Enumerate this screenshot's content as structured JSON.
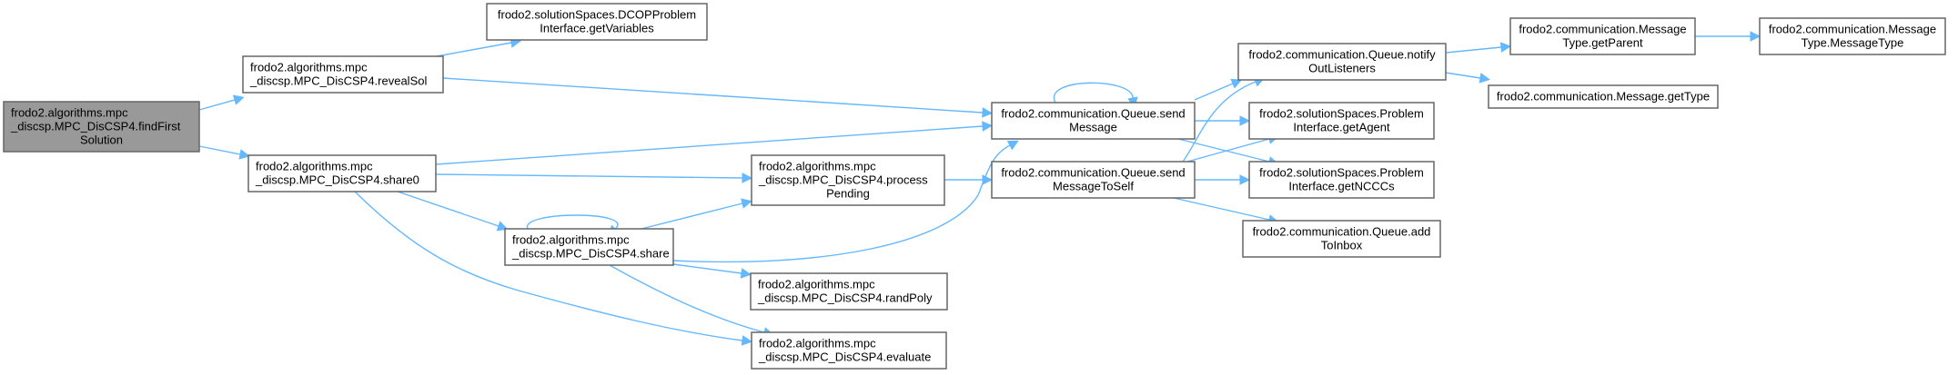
{
  "diagram": {
    "type": "call-graph",
    "edge_color": "#63b8ff",
    "root_fill": "#999999",
    "node_fill": "#ffffff",
    "node_border": "#666666",
    "nodes": [
      {
        "id": "findFirstSolution",
        "lines": [
          "frodo2.algorithms.mpc",
          "_discsp.MPC_DisCSP4.findFirst",
          "Solution"
        ],
        "align": [
          "left",
          "left",
          "center"
        ],
        "root": true
      },
      {
        "id": "revealSol",
        "lines": [
          "frodo2.algorithms.mpc",
          "_discsp.MPC_DisCSP4.revealSol"
        ],
        "align": [
          "left",
          "left"
        ]
      },
      {
        "id": "share0",
        "lines": [
          "frodo2.algorithms.mpc",
          "_discsp.MPC_DisCSP4.share0"
        ],
        "align": [
          "left",
          "left"
        ]
      },
      {
        "id": "getVariables",
        "lines": [
          "frodo2.solutionSpaces.DCOPProblem",
          "Interface.getVariables"
        ],
        "align": [
          "center",
          "center"
        ]
      },
      {
        "id": "share",
        "lines": [
          "frodo2.algorithms.mpc",
          "_discsp.MPC_DisCSP4.share"
        ],
        "align": [
          "left",
          "left"
        ]
      },
      {
        "id": "processPending",
        "lines": [
          "frodo2.algorithms.mpc",
          "_discsp.MPC_DisCSP4.process",
          "Pending"
        ],
        "align": [
          "left",
          "left",
          "center"
        ]
      },
      {
        "id": "randPoly",
        "lines": [
          "frodo2.algorithms.mpc",
          "_discsp.MPC_DisCSP4.randPoly"
        ],
        "align": [
          "left",
          "left"
        ]
      },
      {
        "id": "evaluate",
        "lines": [
          "frodo2.algorithms.mpc",
          "_discsp.MPC_DisCSP4.evaluate"
        ],
        "align": [
          "left",
          "left"
        ]
      },
      {
        "id": "sendMessage",
        "lines": [
          "frodo2.communication.Queue.send",
          "Message"
        ],
        "align": [
          "center",
          "center"
        ]
      },
      {
        "id": "sendMessageToSelf",
        "lines": [
          "frodo2.communication.Queue.send",
          "MessageToSelf"
        ],
        "align": [
          "center",
          "center"
        ]
      },
      {
        "id": "notifyOutListeners",
        "lines": [
          "frodo2.communication.Queue.notify",
          "OutListeners"
        ],
        "align": [
          "center",
          "center"
        ]
      },
      {
        "id": "getAgent",
        "lines": [
          "frodo2.solutionSpaces.Problem",
          "Interface.getAgent"
        ],
        "align": [
          "center",
          "center"
        ]
      },
      {
        "id": "getNCCCs",
        "lines": [
          "frodo2.solutionSpaces.Problem",
          "Interface.getNCCCs"
        ],
        "align": [
          "center",
          "center"
        ]
      },
      {
        "id": "addToInbox",
        "lines": [
          "frodo2.communication.Queue.add",
          "ToInbox"
        ],
        "align": [
          "center",
          "center"
        ]
      },
      {
        "id": "getParent",
        "lines": [
          "frodo2.communication.Message",
          "Type.getParent"
        ],
        "align": [
          "center",
          "center"
        ]
      },
      {
        "id": "getType",
        "lines": [
          "frodo2.communication.Message.getType"
        ],
        "align": [
          "center"
        ]
      },
      {
        "id": "MessageType",
        "lines": [
          "frodo2.communication.Message",
          "Type.MessageType"
        ],
        "align": [
          "center",
          "center"
        ]
      }
    ],
    "edges": [
      {
        "from": "findFirstSolution",
        "to": "revealSol"
      },
      {
        "from": "findFirstSolution",
        "to": "share0"
      },
      {
        "from": "revealSol",
        "to": "getVariables"
      },
      {
        "from": "revealSol",
        "to": "sendMessage"
      },
      {
        "from": "share0",
        "to": "sendMessage"
      },
      {
        "from": "share0",
        "to": "processPending"
      },
      {
        "from": "share0",
        "to": "share"
      },
      {
        "from": "share0",
        "to": "evaluate"
      },
      {
        "from": "share",
        "to": "share"
      },
      {
        "from": "share",
        "to": "processPending"
      },
      {
        "from": "share",
        "to": "sendMessage"
      },
      {
        "from": "share",
        "to": "randPoly"
      },
      {
        "from": "share",
        "to": "evaluate"
      },
      {
        "from": "processPending",
        "to": "sendMessageToSelf"
      },
      {
        "from": "sendMessage",
        "to": "sendMessage"
      },
      {
        "from": "sendMessage",
        "to": "notifyOutListeners"
      },
      {
        "from": "sendMessage",
        "to": "getAgent"
      },
      {
        "from": "sendMessage",
        "to": "getNCCCs"
      },
      {
        "from": "sendMessageToSelf",
        "to": "notifyOutListeners"
      },
      {
        "from": "sendMessageToSelf",
        "to": "getAgent"
      },
      {
        "from": "sendMessageToSelf",
        "to": "getNCCCs"
      },
      {
        "from": "sendMessageToSelf",
        "to": "addToInbox"
      },
      {
        "from": "notifyOutListeners",
        "to": "getParent"
      },
      {
        "from": "notifyOutListeners",
        "to": "getType"
      },
      {
        "from": "getParent",
        "to": "MessageType"
      }
    ]
  }
}
